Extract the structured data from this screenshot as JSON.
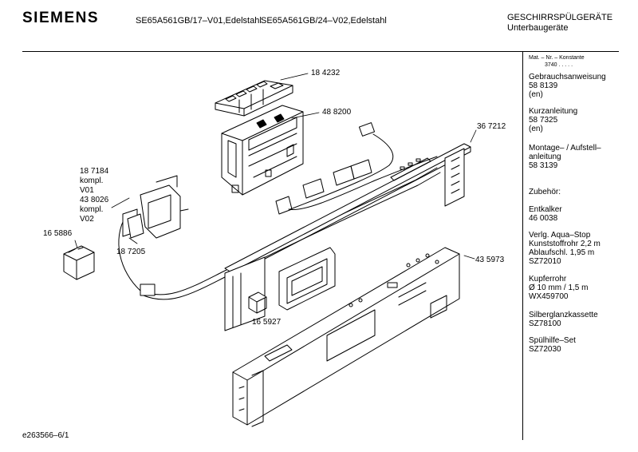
{
  "header": {
    "brand": "SIEMENS",
    "model_1": "SE65A561GB/17–V01,Edelstahl",
    "model_2": "SE65A561GB/24–V02,Edelstahl",
    "category": "GESCHIRRSPÜLGERÄTE",
    "subcategory": "Unterbaugeräte"
  },
  "sidebar": {
    "head_line1": "Mat. – Nr. – Konstante",
    "head_line2": "3740  .  .  .  .  .",
    "blocks": [
      {
        "line1": "Gebrauchsanweisung",
        "line2": "58 8139",
        "line3": "(en)"
      },
      {
        "line1": "Kurzanleitung",
        "line2": "58 7325",
        "line3": "(en)"
      },
      {
        "line1": "Montage– / Aufstell–",
        "line2": "anleitung",
        "line3": "58 3139"
      },
      {
        "line1": "Zubehör:"
      },
      {
        "line1": "Entkalker",
        "line2": "46 0038"
      },
      {
        "line1": "Verlg. Aqua–Stop",
        "line2": "Kunststoffrohr 2,2 m",
        "line3": "Ablaufschl. 1,95 m",
        "line4": "SZ72010"
      },
      {
        "line1": "Kupferrohr",
        "line2": "Ø 10 mm / 1,5 m",
        "line3": "WX459700"
      },
      {
        "line1": "Silberglanzkassette",
        "line2": "SZ78100"
      },
      {
        "line1": "Spülhilfe–Set",
        "line2": "SZ72030"
      }
    ]
  },
  "parts": {
    "p184232": "18 4232",
    "p488200": "48 8200",
    "p367212": "36 7212",
    "p187184": "18 7184",
    "kompl1": "kompl.",
    "v01": "V01",
    "p438026": "43 8026",
    "kompl2": "kompl.",
    "v02": "V02",
    "p165886": "16 5886",
    "p187205": "18 7205",
    "p435973": "43 5973",
    "p165927": "16 5927"
  },
  "footer": {
    "doc_id": "e263566–6/1"
  }
}
